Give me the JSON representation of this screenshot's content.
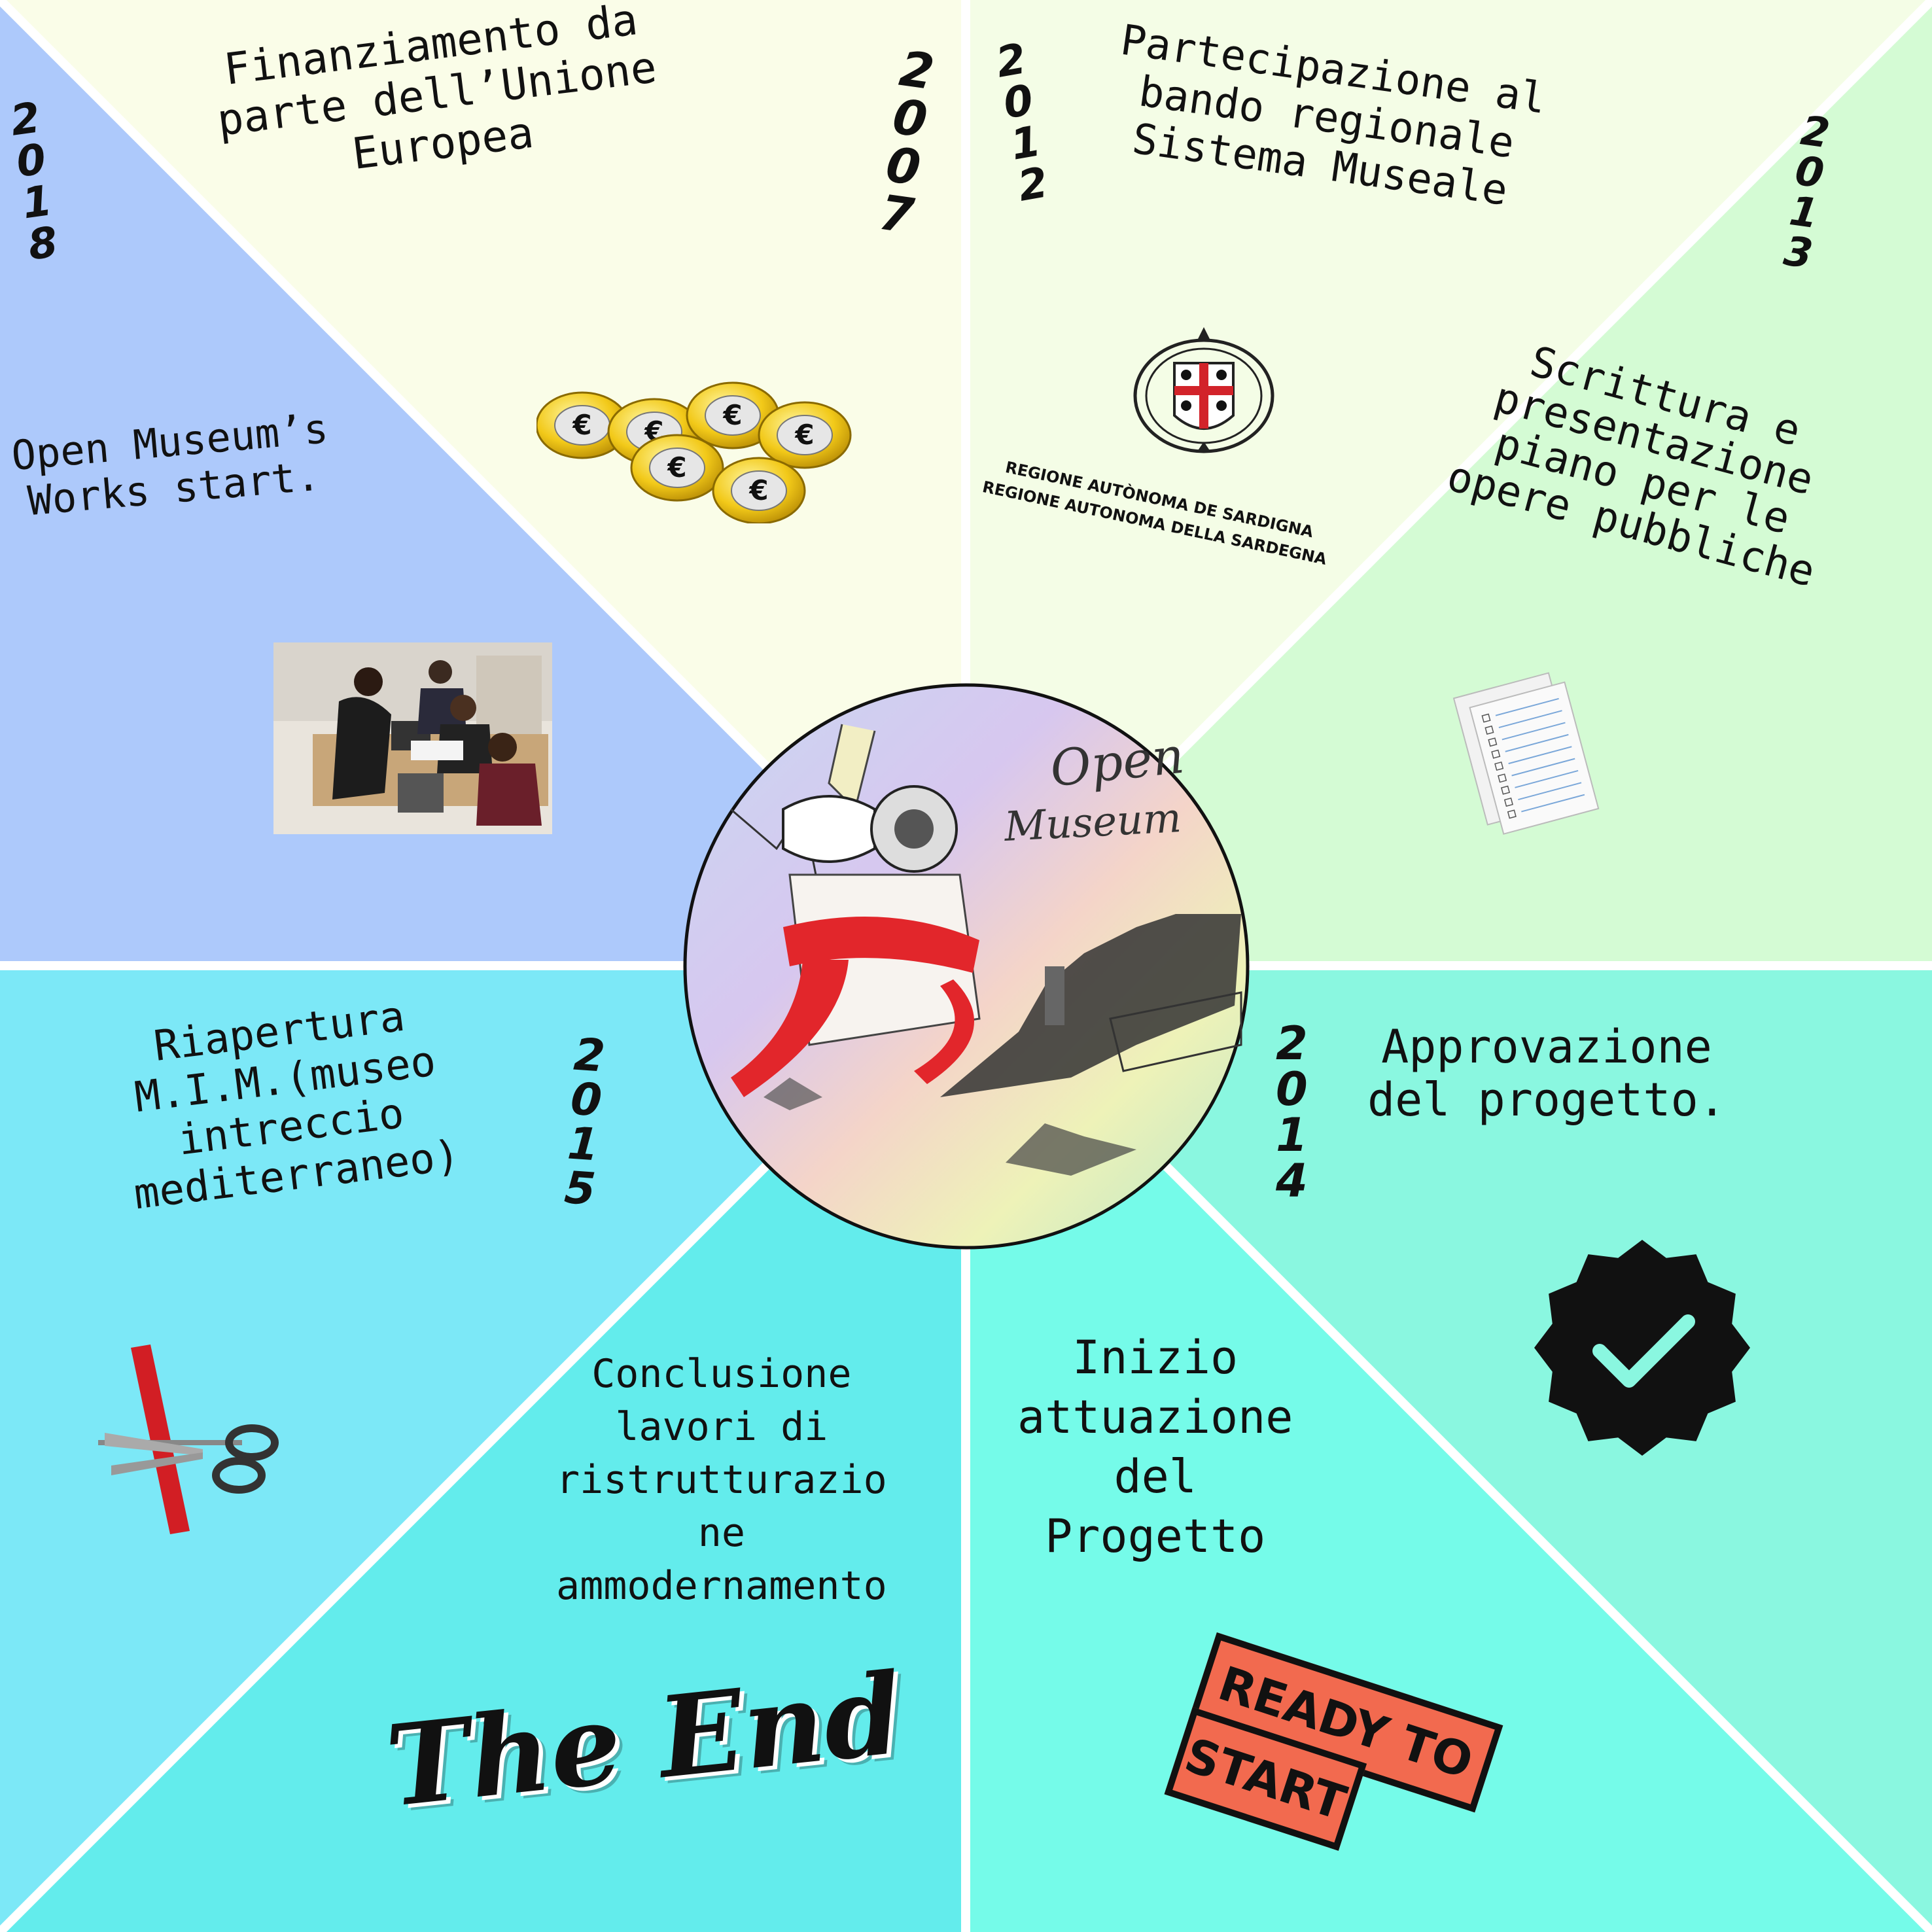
{
  "colors": {
    "seg_2018": "#adc9fb",
    "seg_2007": "#fafde8",
    "seg_2012": "#f4fde6",
    "seg_2013": "#d4fbd4",
    "seg_2014": "#8af7e0",
    "seg_2016": "#75fbe9",
    "seg_2017": "#63ecec",
    "seg_2015": "#7ce8f7",
    "divider": "#ffffff",
    "ribbon": "#e2262b"
  },
  "segments": [
    {
      "id": "2018",
      "year": [
        "2",
        "0",
        "1",
        "8"
      ],
      "lines": [
        "Open Museum’s",
        "Works start."
      ],
      "icon": "team-photo-icon"
    },
    {
      "id": "2007",
      "year": [
        "2",
        "0",
        "0",
        "7"
      ],
      "lines": [
        "Finanziamento da",
        "parte dell’Unione",
        "Europea"
      ],
      "icon": "euro-coins-icon"
    },
    {
      "id": "2012",
      "year": [
        "2",
        "0",
        "1",
        "2"
      ],
      "lines": [
        "Partecipazione al",
        "bando regionale",
        "Sistema Museale"
      ],
      "icon": "sardinia-coat-of-arms-icon"
    },
    {
      "id": "2013",
      "year": [
        "2",
        "0",
        "1",
        "3"
      ],
      "lines": [
        "Scrittura e",
        "presentazione",
        "piano per le",
        "opere pubbliche"
      ],
      "icon": "documents-icon"
    },
    {
      "id": "2014",
      "year": [
        "2",
        "0",
        "1",
        "4"
      ],
      "lines": [
        "Approvazione",
        "del progetto."
      ],
      "icon": "check-badge-icon"
    },
    {
      "id": "2016",
      "lines": [
        "Inizio",
        "attuazione",
        "del",
        "Progetto"
      ],
      "icon": "ready-to-start-stamp-icon"
    },
    {
      "id": "2017",
      "lines": [
        "Conclusione",
        "lavori di",
        "ristrutturazio",
        "ne",
        "ammodernamento"
      ],
      "icon": "the-end-icon"
    },
    {
      "id": "2015",
      "year": [
        "2",
        "0",
        "1",
        "5"
      ],
      "lines": [
        "Riapertura",
        "M.I.M.(museo",
        "intreccio",
        "mediterraneo)"
      ],
      "icon": "scissors-ribbon-icon"
    }
  ],
  "logo": {
    "line1": "REGIONE AUTÒNOMA DE SARDIGNA",
    "line2": "REGIONE AUTONOMA DELLA SARDEGNA"
  },
  "stamp": {
    "line1": "READY TO",
    "line2": "START"
  },
  "the_end": "The End",
  "center": {
    "title_line1": "Open",
    "title_line2": "Museum"
  }
}
